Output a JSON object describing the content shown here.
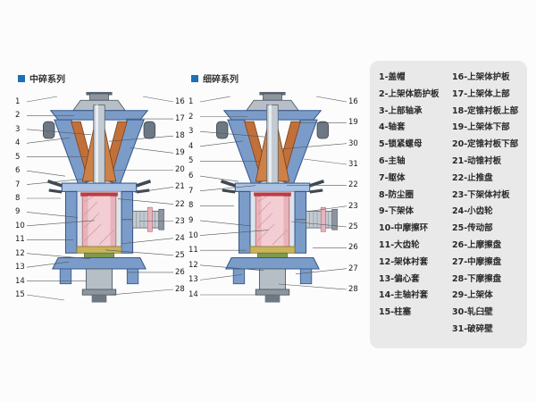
{
  "figure": {
    "bullet_color": "#1d6fb8",
    "series": [
      {
        "label": "中碎系列",
        "left_callouts": [
          1,
          2,
          3,
          4,
          5,
          6,
          7,
          8,
          9,
          10,
          11,
          12,
          13,
          14,
          15
        ],
        "right_callouts": [
          16,
          17,
          18,
          19,
          20,
          21,
          22,
          23,
          24,
          25,
          26,
          28
        ]
      },
      {
        "label": "细碎系列",
        "left_callouts": [
          1,
          2,
          3,
          4,
          5,
          6,
          7,
          8,
          9,
          10,
          11,
          12,
          13,
          14
        ],
        "right_callouts": [
          16,
          19,
          30,
          31,
          22,
          23,
          25,
          26,
          27,
          28
        ]
      }
    ]
  },
  "legend": {
    "items": [
      "1-盖帽",
      "2-上架体筋护板",
      "3-上部轴承",
      "4-轴套",
      "5-锁紧螺母",
      "6-主轴",
      "7-躯体",
      "8-防尘圈",
      "9-下架体",
      "10-中摩擦环",
      "11-大齿轮",
      "12-架体衬套",
      "13-偏心套",
      "14-主轴衬套",
      "15-柱塞",
      "16-上架体护板",
      "17-上架体上部",
      "18-定锥衬板上部",
      "19-上架体下部",
      "20-定锥衬板下部",
      "21-动锥衬板",
      "22-止推盘",
      "23-下架体衬板",
      "24-小齿轮",
      "25-传动部",
      "26-上摩擦盘",
      "27-中摩擦盘",
      "28-下摩擦盘",
      "29-上架体",
      "30-轧臼壁",
      "31-破碎壁"
    ]
  }
}
